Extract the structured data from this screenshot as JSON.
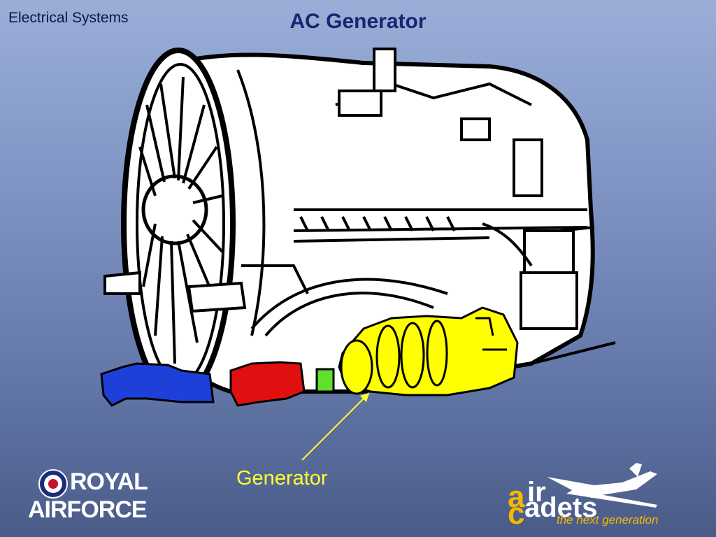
{
  "header": {
    "section_label": "Electrical Systems",
    "title": "AC Generator"
  },
  "diagram": {
    "callout_label": "Generator",
    "colors": {
      "generator": "#ffff00",
      "blue_component": "#1e3fd8",
      "red_component": "#e01010",
      "green_component": "#5fe02a",
      "callout_line": "#ffff33"
    }
  },
  "logos": {
    "raf": {
      "line1": "ROYAL",
      "line2": "AIRFORCE"
    },
    "air_cadets": {
      "tagline": "the next generation",
      "wordmark": "air cadets",
      "colors": {
        "accent": "#f6b900",
        "text": "#ffffff"
      }
    }
  }
}
